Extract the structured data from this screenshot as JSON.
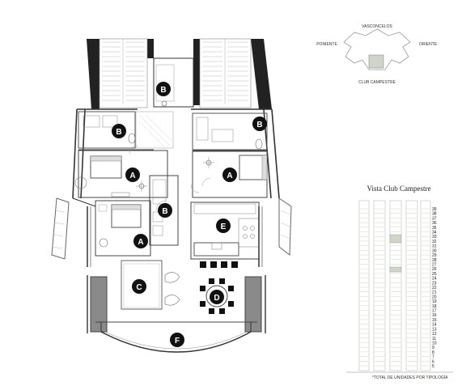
{
  "compass": {
    "north": "VASCONCELOS",
    "west": "PONIENTE",
    "east": "ORIENTE",
    "south": "CLUB CAMPESTRE"
  },
  "markers": [
    "B",
    "B",
    "B",
    "A",
    "A",
    "B",
    "E",
    "A",
    "C",
    "D",
    "F"
  ],
  "elevation": {
    "title": "Vista Club Campestre",
    "floors": [
      "39",
      "38",
      "37",
      "36",
      "35",
      "34",
      "33",
      "32",
      "31",
      "30",
      "29",
      "28",
      "27",
      "26",
      "25",
      "24",
      "23",
      "22",
      "21",
      "20",
      "19",
      "18",
      "17",
      "16",
      "15",
      "14",
      "13",
      "12",
      "11",
      "10",
      "9",
      "8",
      "7",
      "6",
      "5"
    ],
    "footnote": "*TOTAL DE UNIDADES POR TIPOLOGÍA"
  }
}
